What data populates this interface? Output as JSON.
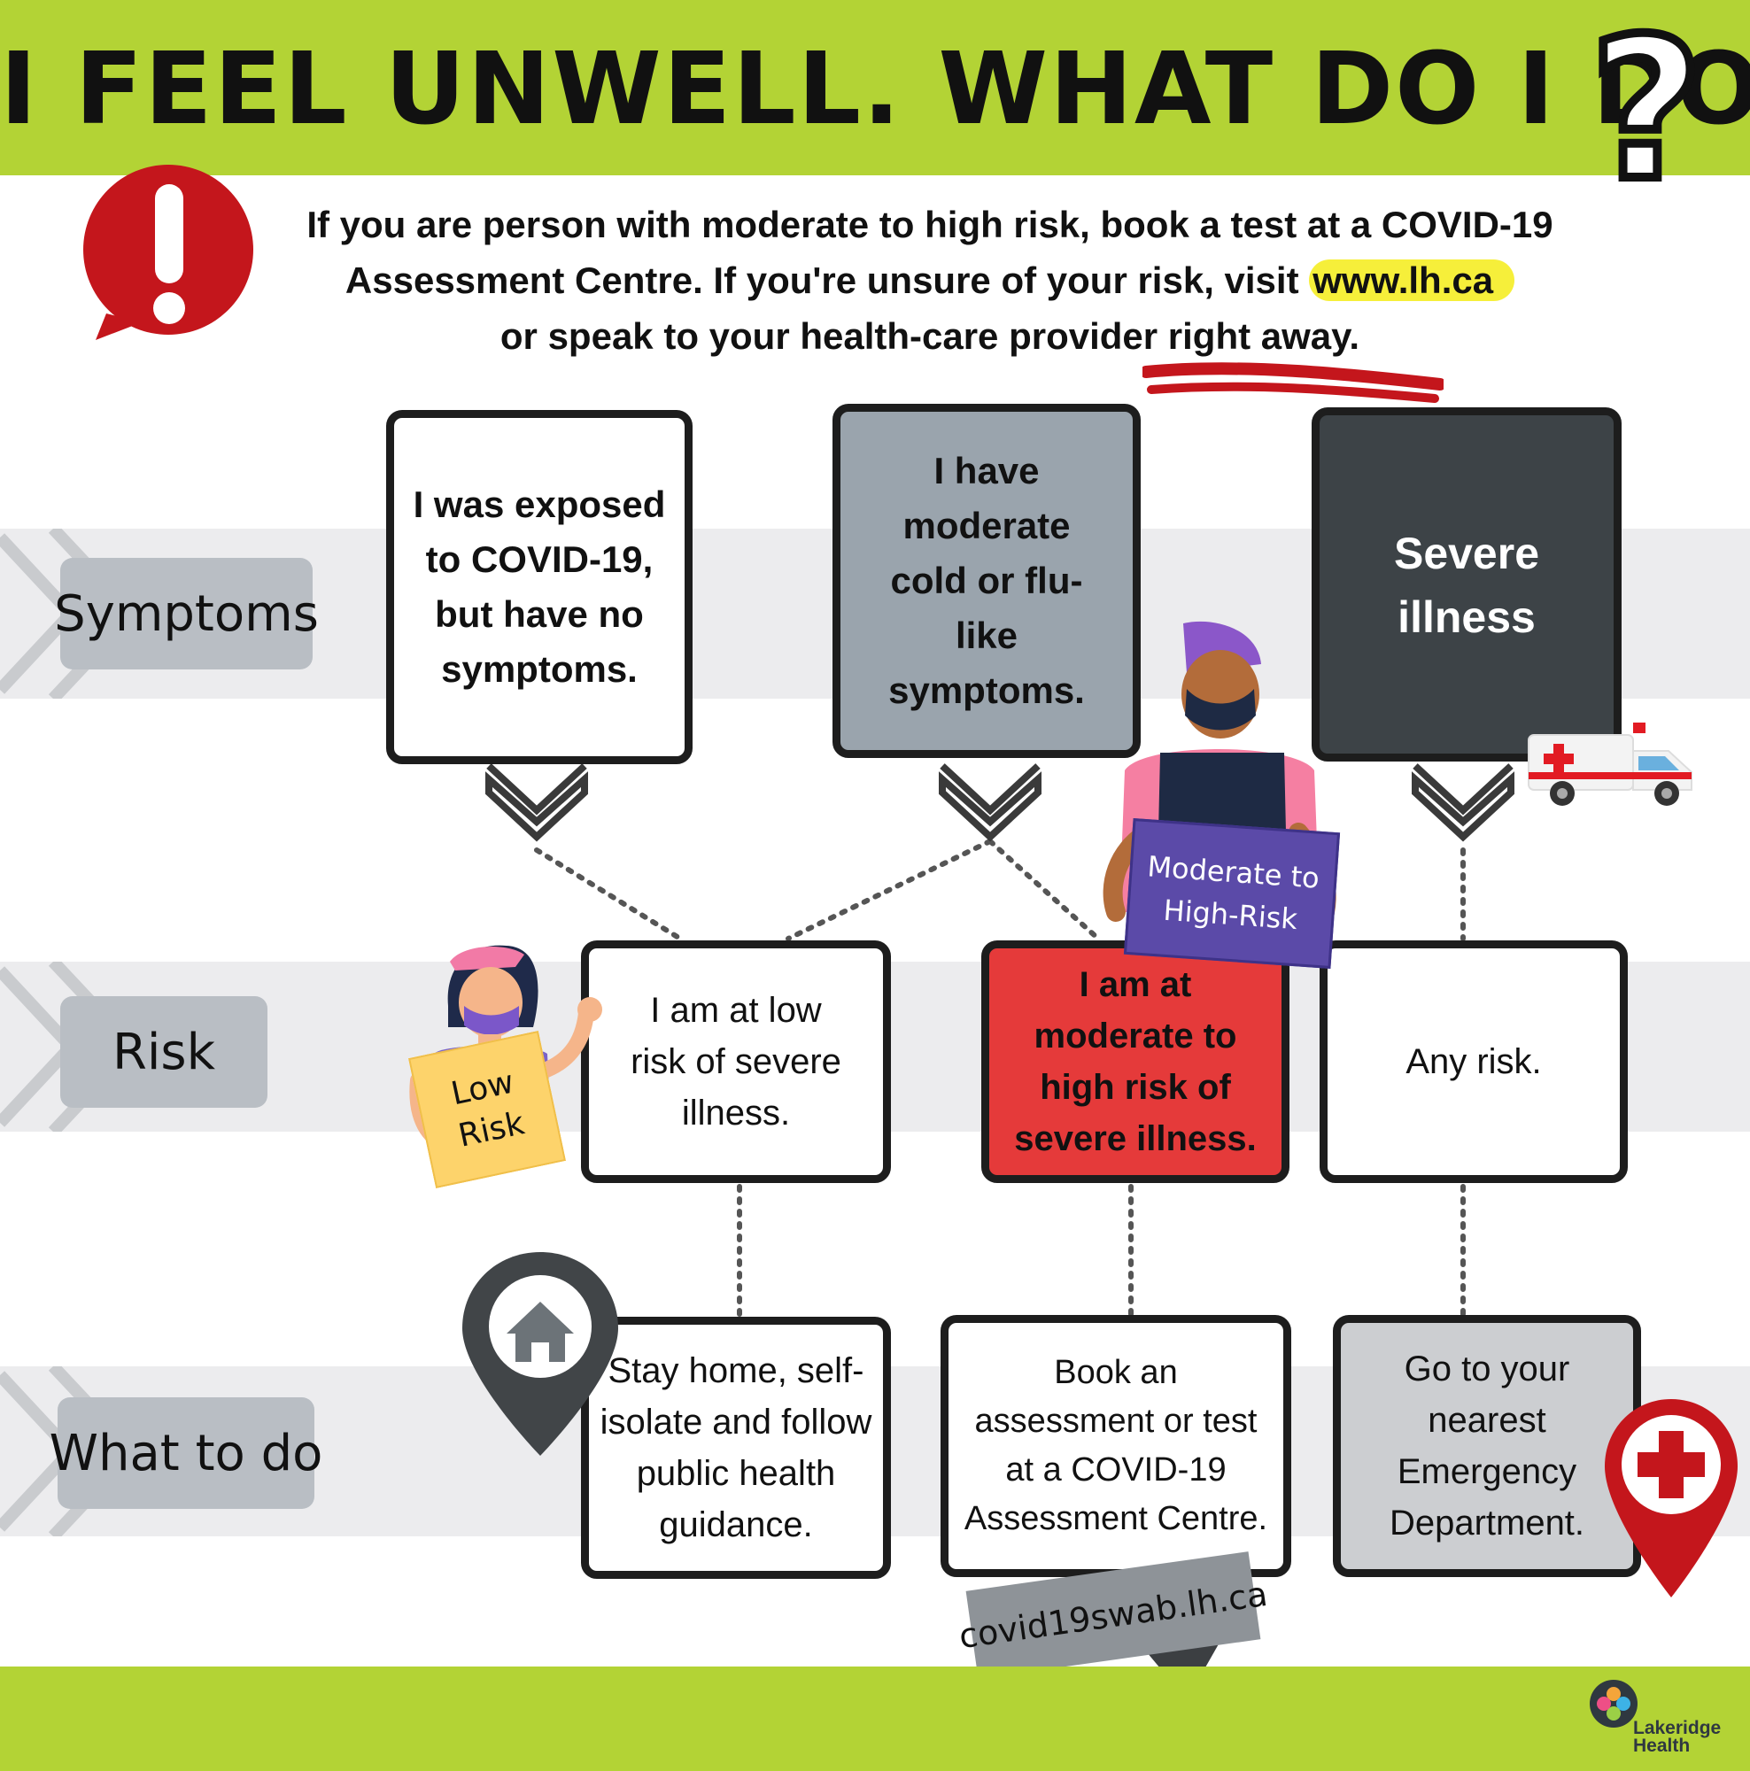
{
  "header": {
    "title": "I FEEL UNWELL. WHAT DO I DO",
    "title_mark": "?"
  },
  "intro": {
    "line1": "If you are person with moderate to high risk, book a test at a COVID-19",
    "line2_before": "Assessment Centre. If you're unsure of your  risk, visit ",
    "line2_link": "www.lh.ca",
    "line3": "or speak to your health-care provider right away."
  },
  "rows": {
    "symptoms": "Symptoms",
    "risk": "Risk",
    "what_to_do": "What to do"
  },
  "symptoms": {
    "exposed": "I was exposed to COVID-19, but have no symptoms.",
    "moderate": "I have moderate cold or flu-like symptoms.",
    "severe": "Severe illness"
  },
  "risk": {
    "low": "I am at low risk of severe illness.",
    "high": "I am at moderate to high risk of severe illness.",
    "any": "Any risk."
  },
  "actions": {
    "stay_home": "Stay home, self-isolate and follow public health guidance.",
    "book": "Book an assessment or test at a COVID-19 Assessment Centre.",
    "emergency": "Go to your nearest Emergency Department."
  },
  "signs": {
    "low_risk": "Low Risk",
    "high_risk": "Moderate to High-Risk",
    "swab": "covid19swab.lh.ca"
  },
  "logo": {
    "name": "Lakeridge Health"
  },
  "colors": {
    "lime": "#b3d335",
    "alert_red": "#c4161c",
    "high_risk_red": "#e53a3a",
    "grey_box": "#9aa4ad",
    "dark_box": "#3d4347",
    "highlight": "#f6ef3a"
  },
  "icons": [
    "exclamation-icon",
    "question-mark-icon",
    "chevron-icon",
    "home-pin-icon",
    "medical-pin-icon",
    "ambulance-icon"
  ]
}
